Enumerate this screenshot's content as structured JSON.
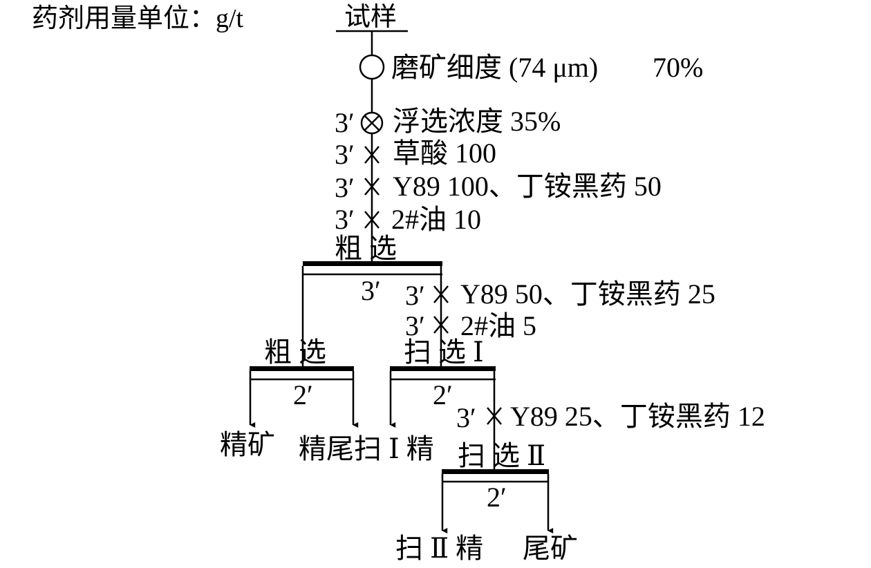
{
  "header": {
    "dosage_unit": "药剂用量单位：g/t",
    "sample": "试样"
  },
  "steps": {
    "grinding": "磨矿细度 (74 μm)",
    "grinding_value": "70%",
    "float_density": "浮选浓度 35%",
    "oxalic": "草酸 100",
    "rougher_y89": "Y89 100、丁铵黑药 50",
    "rougher_oil": "2#油 10",
    "scav1_y89": "Y89 50、丁铵黑药 25",
    "scav1_oil": "2#油 5",
    "scav2_y89": "Y89 25、丁铵黑药 12"
  },
  "times": {
    "t3": "3′",
    "t2": "2′"
  },
  "operations": {
    "rougher": "粗 选",
    "cleaner": "粗 选",
    "scavenger1": "扫 选 Ⅰ",
    "scavenger2": "扫 选 Ⅱ"
  },
  "products": {
    "concentrate": "精矿",
    "cleaner_tail": "精尾",
    "scav1_conc": "扫 Ⅰ 精",
    "scav2_conc": "扫 Ⅱ 精",
    "tailings": "尾矿"
  },
  "icons": {
    "grinding": "circle-icon",
    "mixing": "circle-x-icon",
    "reagent": "x-mark-icon"
  }
}
